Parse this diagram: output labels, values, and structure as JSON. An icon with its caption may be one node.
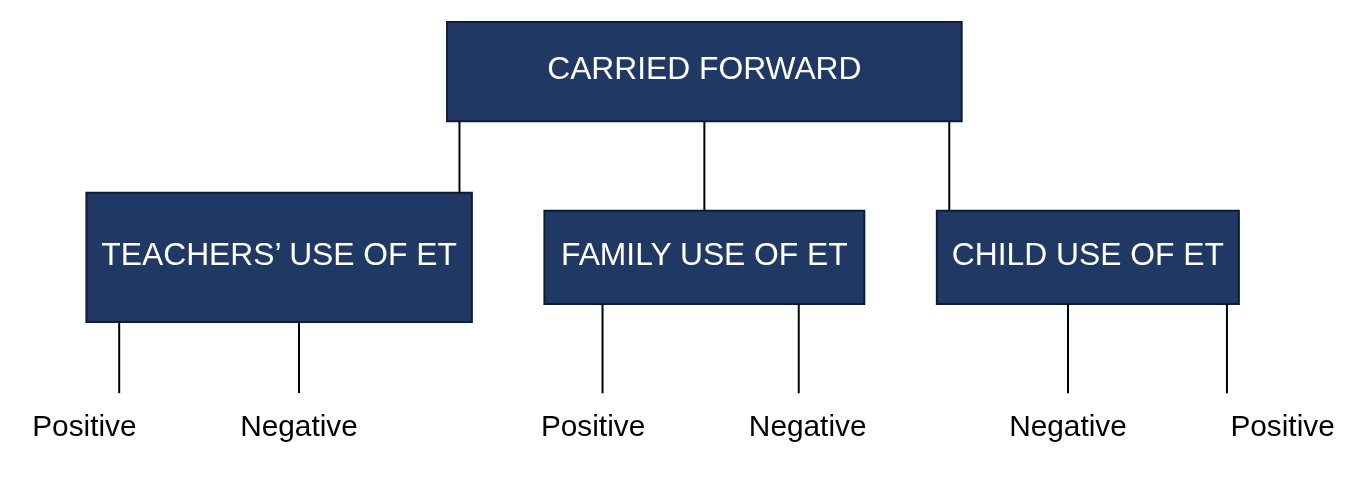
{
  "diagram": {
    "nodes": [
      {
        "text": [
          "CARRIED FORWARD"
        ]
      },
      {
        "text": [
          "TEACHERS’ USE OF ET"
        ]
      },
      {
        "text": [
          "FAMILY USE OF ET"
        ]
      },
      {
        "text": [
          "CHILD USE OF ET"
        ]
      },
      {
        "text": [
          "Positive"
        ]
      },
      {
        "text": [
          "Negative"
        ]
      },
      {
        "text": [
          "Positive"
        ]
      },
      {
        "text": [
          "Negative"
        ]
      },
      {
        "text": [
          "Negative"
        ]
      },
      {
        "text": [
          "Positive"
        ]
      }
    ],
    "edges": [
      {
        "from": 0,
        "to": 1,
        "arrow": "none"
      },
      {
        "from": 0,
        "to": 2,
        "arrow": "none"
      },
      {
        "from": 0,
        "to": 3,
        "arrow": "none"
      },
      {
        "from": 1,
        "to": 4,
        "arrow": "none"
      },
      {
        "from": 1,
        "to": 5,
        "arrow": "none"
      },
      {
        "from": 2,
        "to": 6,
        "arrow": "none"
      },
      {
        "from": 2,
        "to": 7,
        "arrow": "none"
      },
      {
        "from": 3,
        "to": 8,
        "arrow": "none"
      },
      {
        "from": 3,
        "to": 9,
        "arrow": "none"
      }
    ]
  }
}
